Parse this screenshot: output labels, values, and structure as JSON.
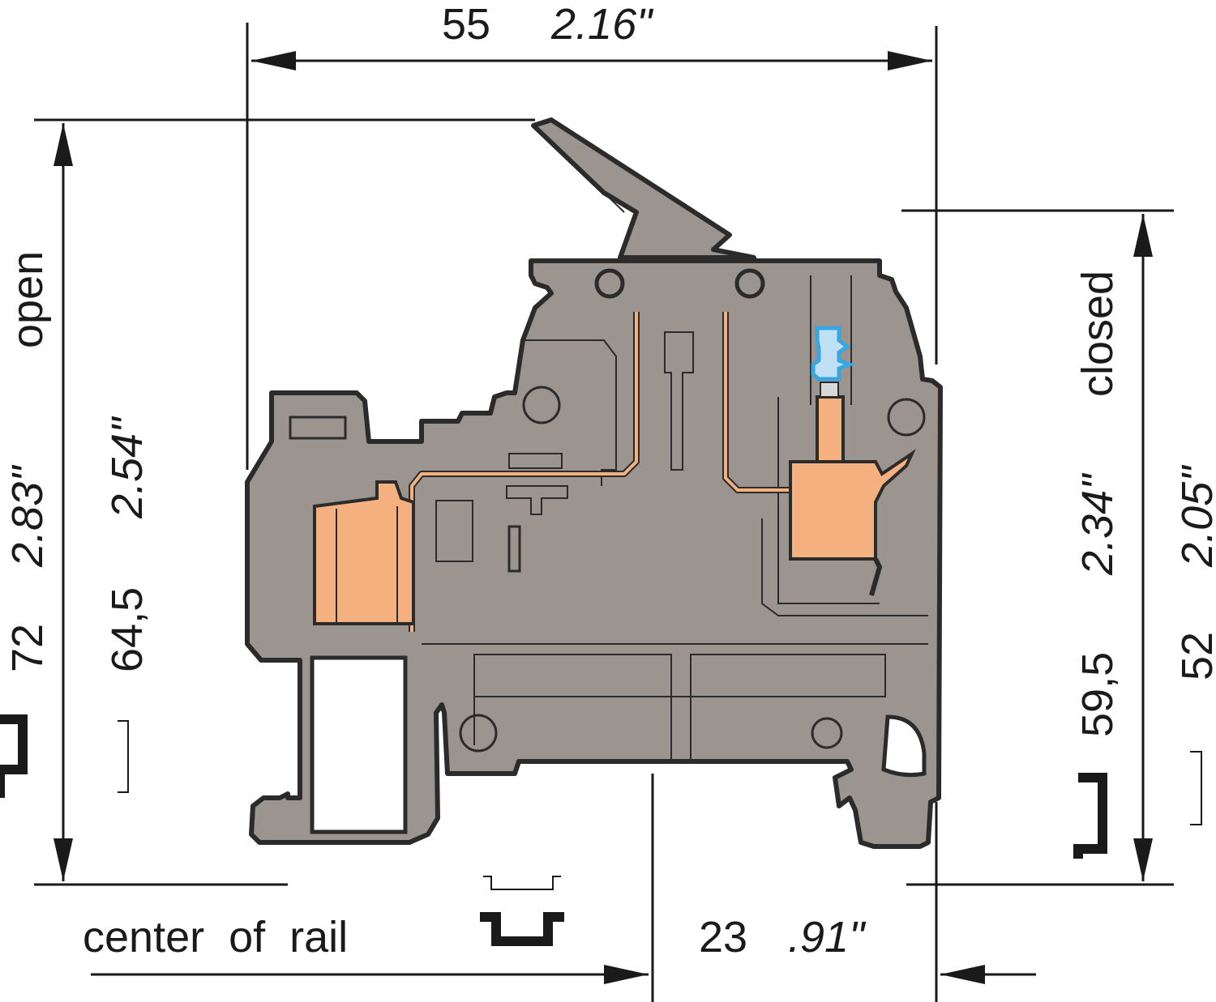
{
  "dimensions": {
    "width_mm": "55",
    "width_in": "2.16\"",
    "height_open_mm": "72",
    "height_open_in": "2.83\"",
    "height_open_rail_mm": "64,5",
    "height_open_rail_in": "2.54\"",
    "height_closed_mm": "59,5",
    "height_closed_in": "2.34\"",
    "height_closed_rail_mm": "52",
    "height_closed_rail_in": "2.05\"",
    "rail_offset_mm": "23",
    "rail_offset_in": ".91\""
  },
  "labels": {
    "open": "open",
    "closed": "closed",
    "center_of_rail": "center  of  rail"
  },
  "colors": {
    "housing": "#9c948e",
    "copper": "#f4b07e",
    "fuse_blue": "#3aa6e0"
  },
  "icons": {
    "rail_profile_large": "din-rail-profile-icon",
    "rail_profile_small": "din-rail-small-profile-icon"
  }
}
